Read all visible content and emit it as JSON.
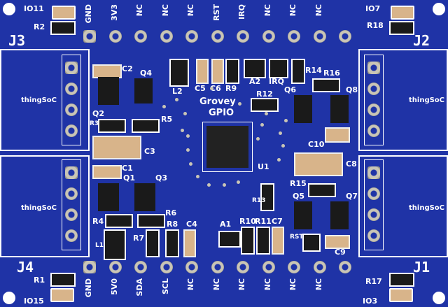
{
  "corner_labels": {
    "j3": "J3",
    "j2": "J2",
    "j4": "J4",
    "j1": "J1"
  },
  "top_pins": [
    "GND",
    "3V3",
    "NC",
    "NC",
    "NC",
    "RST",
    "IRQ",
    "NC",
    "NC",
    "NC"
  ],
  "bottom_pins": [
    "GND",
    "5V0",
    "SDA",
    "SCL",
    "NC",
    "NC",
    "NC",
    "NC",
    "NC",
    "NC"
  ],
  "title": {
    "line1": "Grovey",
    "line2": "GPIO"
  },
  "refs": {
    "io11": "IO11",
    "r2": "R2",
    "io7": "IO7",
    "r18": "R18",
    "c2": "C2",
    "q4": "Q4",
    "l2": "L2",
    "c5": "C5",
    "c6": "C6",
    "r9": "R9",
    "a2": "A2",
    "irq": "IRQ",
    "r14": "R14",
    "r16": "R16",
    "r12": "R12",
    "q6": "Q6",
    "q8": "Q8",
    "q2": "Q2",
    "r3": "R3",
    "r5": "R5",
    "c3": "C3",
    "c10": "C10",
    "u1": "U1",
    "c8": "C8",
    "c1": "C1",
    "q1": "Q1",
    "q3": "Q3",
    "r15": "R15",
    "q5": "Q5",
    "q7": "Q7",
    "r13": "R13",
    "r4": "R4",
    "r6": "R6",
    "l1": "L1",
    "r7": "R7",
    "r8": "R8",
    "c4": "C4",
    "a1": "A1",
    "r10": "R10",
    "r11": "R11",
    "c7": "C7",
    "rst": "RST",
    "c9": "C9",
    "r1": "R1",
    "io15": "IO15",
    "r17": "R17",
    "io3": "IO3"
  },
  "logo_text": "thingSoC"
}
